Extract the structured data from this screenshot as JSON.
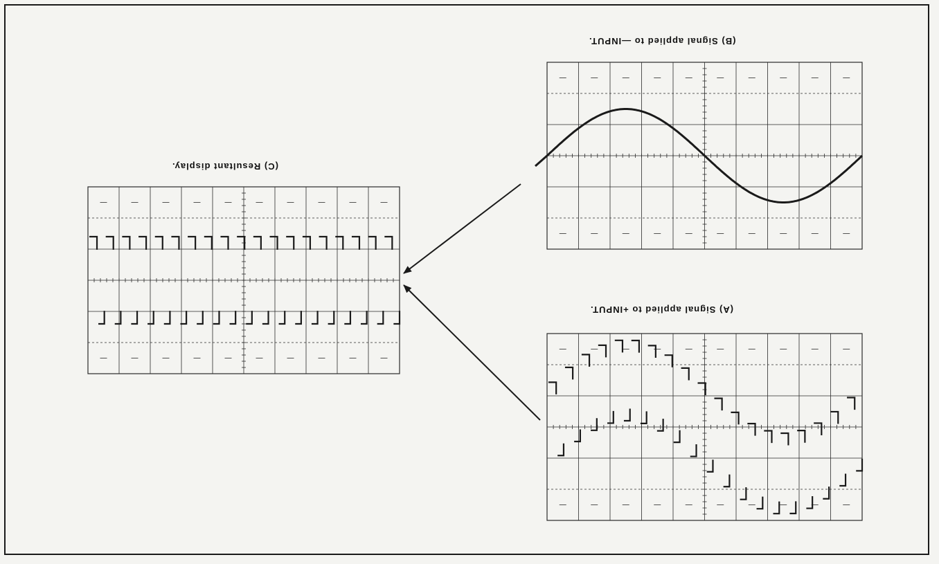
{
  "figure": {
    "captions": {
      "a": "(A) Signal applied to +INPUT.",
      "b": "(B) Signal applied to —INPUT.",
      "c": "(C) Resultant display."
    },
    "orientation": "upside-down",
    "colors": {
      "trace": "#1a1a1a",
      "grid": "#2a2a2a",
      "background": "#f4f4f1"
    },
    "panels": {
      "a": {
        "trace": "square-wave riding on sine",
        "cycles": 19
      },
      "b": {
        "trace": "sine",
        "cycles": 1
      },
      "c": {
        "trace": "square-wave",
        "cycles": 19
      }
    }
  }
}
